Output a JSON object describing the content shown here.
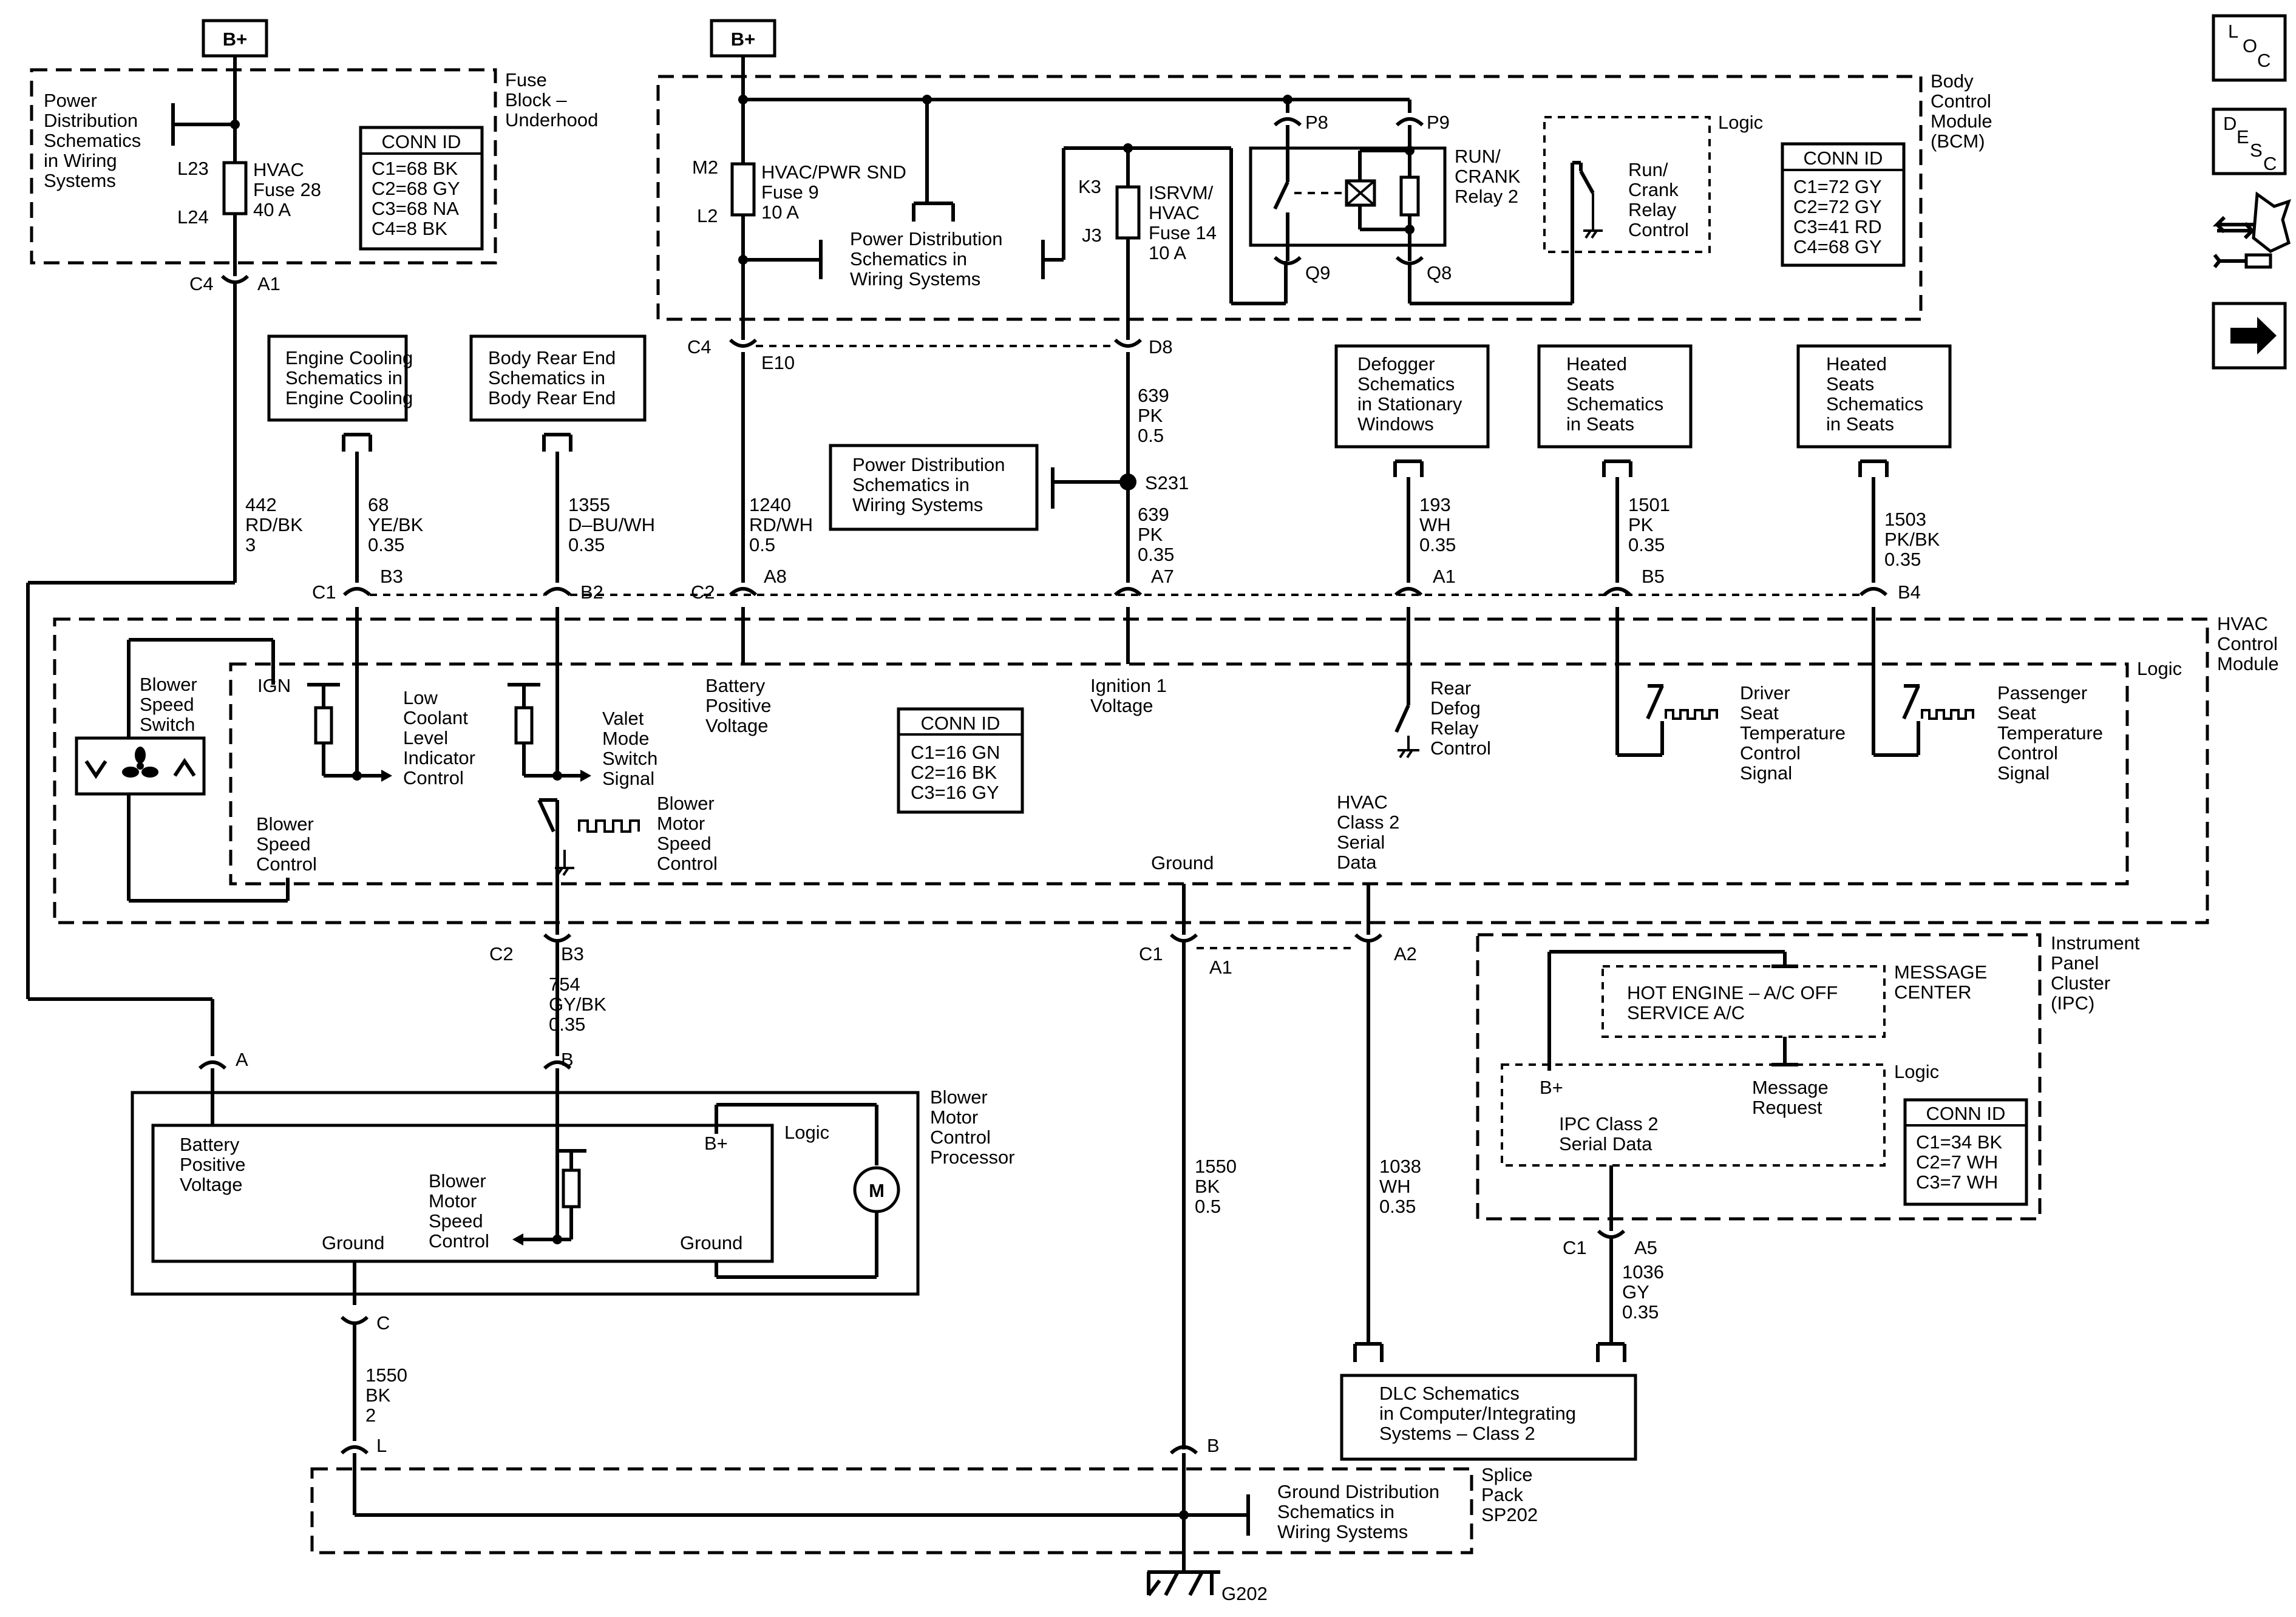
{
  "power_sources": {
    "bplus_left": "B+",
    "bplus_right": "B+"
  },
  "fuse_block": {
    "title": [
      "Fuse",
      "Block –",
      "Underhood"
    ],
    "power_dist_ref": [
      "Power",
      "Distribution",
      "Schematics",
      "in Wiring",
      "Systems"
    ],
    "pin_l23": "L23",
    "pin_l24": "L24",
    "fuse_label": [
      "HVAC",
      "Fuse 28",
      "40 A"
    ],
    "conn_id": {
      "title": "CONN ID",
      "lines": [
        "C1=68 BK",
        "C2=68 GY",
        "C3=68 NA",
        "C4=8 BK"
      ]
    },
    "conn_c4": "C4",
    "conn_a1": "A1"
  },
  "bcm": {
    "title": [
      "Body",
      "Control",
      "Module",
      "(BCM)"
    ],
    "pin_m2": "M2",
    "pin_l2": "L2",
    "pin_k3": "K3",
    "pin_j3": "J3",
    "fuse9_label": [
      "HVAC/PWR SND",
      "Fuse 9",
      "10 A"
    ],
    "fuse14_label": [
      "ISRVM/",
      "HVAC",
      "Fuse 14",
      "10 A"
    ],
    "power_dist_ref": [
      "Power Distribution",
      "Schematics in",
      "Wiring Systems"
    ],
    "p8": "P8",
    "p9": "P9",
    "q9": "Q9",
    "q8": "Q8",
    "relay_label": [
      "RUN/",
      "CRANK",
      "Relay 2"
    ],
    "logic": "Logic",
    "run_crank_control": [
      "Run/",
      "Crank",
      "Relay",
      "Control"
    ],
    "conn_id": {
      "title": "CONN ID",
      "lines": [
        "C1=72 GY",
        "C2=72 GY",
        "C3=41 RD",
        "C4=68 GY"
      ]
    },
    "conn_c4": "C4",
    "conn_e10": "E10",
    "conn_d8": "D8"
  },
  "side_icons": {
    "loc": [
      "L",
      "O",
      "C"
    ],
    "desc": [
      "D",
      "E",
      "S",
      "C"
    ],
    "nav_icons": [
      "connector-tool-icon",
      "next-arrow-icon"
    ]
  },
  "references": {
    "engine_cooling": [
      "Engine Cooling",
      "Schematics in",
      "Engine Cooling"
    ],
    "body_rear_end": [
      "Body Rear End",
      "Schematics in",
      "Body Rear End"
    ],
    "power_dist_s231": [
      "Power Distribution",
      "Schematics in",
      "Wiring Systems"
    ],
    "defogger": [
      "Defogger",
      "Schematics",
      "in Stationary",
      "Windows"
    ],
    "heated_seats_1": [
      "Heated",
      "Seats",
      "Schematics",
      "in Seats"
    ],
    "heated_seats_2": [
      "Heated",
      "Seats",
      "Schematics",
      "in Seats"
    ],
    "dlc": [
      "DLC Schematics",
      "in Computer/Integrating",
      "Systems – Class 2"
    ],
    "ground_dist": [
      "Ground Distribution",
      "Schematics in",
      "Wiring Systems"
    ]
  },
  "wires": {
    "w442": [
      "442",
      "RD/BK",
      "3"
    ],
    "w68": [
      "68",
      "YE/BK",
      "0.35"
    ],
    "w1355": [
      "1355",
      "D–BU/WH",
      "0.35"
    ],
    "w1240": [
      "1240",
      "RD/WH",
      "0.5"
    ],
    "w639a": [
      "639",
      "PK",
      "0.5"
    ],
    "s231": "S231",
    "w639b": [
      "639",
      "PK",
      "0.35"
    ],
    "w193": [
      "193",
      "WH",
      "0.35"
    ],
    "w1501": [
      "1501",
      "PK",
      "0.35"
    ],
    "w1503": [
      "1503",
      "PK/BK",
      "0.35"
    ],
    "w754": [
      "754",
      "GY/BK",
      "0.35"
    ],
    "w1550a": [
      "1550",
      "BK",
      "0.5"
    ],
    "w1038": [
      "1038",
      "WH",
      "0.35"
    ],
    "w1036": [
      "1036",
      "GY",
      "0.35"
    ],
    "w1550b": [
      "1550",
      "BK",
      "2"
    ]
  },
  "hvac_module": {
    "title": [
      "HVAC",
      "Control",
      "Module"
    ],
    "logic": "Logic",
    "c1": "C1",
    "b3": "B3",
    "b2": "B2",
    "c2": "C2",
    "a8": "A8",
    "a7": "A7",
    "a1": "A1",
    "b5": "B5",
    "b4": "B4",
    "bottom_c2": "C2",
    "bottom_b3": "B3",
    "bottom_c1": "C1",
    "bottom_a1": "A1",
    "bottom_a2": "A2",
    "blower_speed_switch": [
      "Blower",
      "Speed",
      "Switch"
    ],
    "ign": "IGN",
    "low_coolant": [
      "Low",
      "Coolant",
      "Level",
      "Indicator",
      "Control"
    ],
    "valet_mode": [
      "Valet",
      "Mode",
      "Switch",
      "Signal"
    ],
    "blower_motor_speed": [
      "Blower",
      "Motor",
      "Speed",
      "Control"
    ],
    "blower_speed_control": [
      "Blower",
      "Speed",
      "Control"
    ],
    "battery_positive": [
      "Battery",
      "Positive",
      "Voltage"
    ],
    "ignition1": [
      "Ignition 1",
      "Voltage"
    ],
    "rear_defog": [
      "Rear",
      "Defog",
      "Relay",
      "Control"
    ],
    "driver_seat": [
      "Driver",
      "Seat",
      "Temperature",
      "Control",
      "Signal"
    ],
    "passenger_seat": [
      "Passenger",
      "Seat",
      "Temperature",
      "Control",
      "Signal"
    ],
    "ground": "Ground",
    "hvac_class2": [
      "HVAC",
      "Class 2",
      "Serial",
      "Data"
    ],
    "conn_id": {
      "title": "CONN ID",
      "lines": [
        "C1=16 GN",
        "C2=16 BK",
        "C3=16 GY"
      ]
    }
  },
  "ipc": {
    "title": [
      "Instrument",
      "Panel",
      "Cluster",
      "(IPC)"
    ],
    "message_center": [
      "MESSAGE",
      "CENTER"
    ],
    "message_text": [
      "HOT ENGINE – A/C OFF",
      "SERVICE A/C"
    ],
    "logic": "Logic",
    "bplus": "B+",
    "message_request": [
      "Message",
      "Request"
    ],
    "serial_data": [
      "IPC Class 2",
      "Serial Data"
    ],
    "conn_id": {
      "title": "CONN ID",
      "lines": [
        "C1=34 BK",
        "C2=7 WH",
        "C3=7 WH"
      ]
    },
    "c1": "C1",
    "a5": "A5"
  },
  "blower_processor": {
    "title": [
      "Blower",
      "Motor",
      "Control",
      "Processor"
    ],
    "a": "A",
    "b": "B",
    "c": "C",
    "logic": "Logic",
    "bplus": "B+",
    "battery_positive": [
      "Battery",
      "Positive",
      "Voltage"
    ],
    "blower_motor_speed": [
      "Blower",
      "Motor",
      "Speed",
      "Control"
    ],
    "ground_left": "Ground",
    "ground_right": "Ground",
    "motor": "M"
  },
  "bottom": {
    "l": "L",
    "b": "B",
    "splice_pack": [
      "Splice",
      "Pack",
      "SP202"
    ],
    "g202": "G202"
  }
}
